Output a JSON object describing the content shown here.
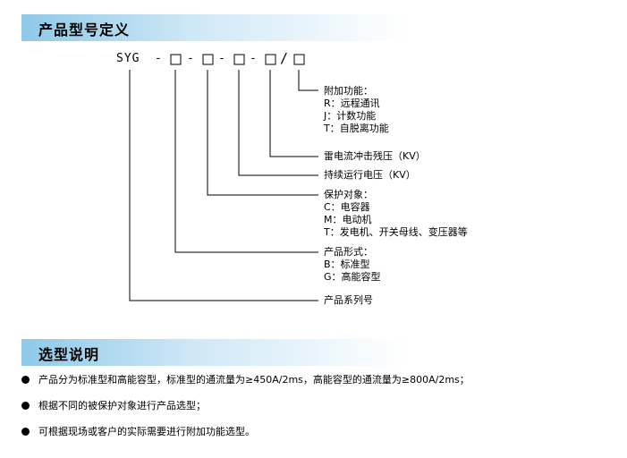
{
  "section1": {
    "title": "产品型号定义"
  },
  "section2": {
    "title": "选型说明"
  },
  "model": {
    "prefix": "SYG",
    "dash": "-",
    "slash": "/"
  },
  "descriptions": {
    "accessory": {
      "title": "附加功能：",
      "items": [
        "R：远程通讯",
        "J：计数功能",
        "T：自脱离功能"
      ]
    },
    "lightning_residual": "雷电流冲击残压（KV）",
    "continuous_voltage": "持续运行电压（KV）",
    "protected_object": {
      "title": "保护对象：",
      "items": [
        "C：电容器",
        "M：电动机",
        "T：发电机、开关母线、变压器等"
      ]
    },
    "product_form": {
      "title": "产品形式：",
      "items": [
        "B：标准型",
        "G：高能容型"
      ]
    },
    "series": "产品系列号"
  },
  "selection_notes": [
    "产品分为标准型和高能容型，标准型的通流量为≥450A/2ms，高能容型的通流量为≥800A/2ms；",
    "根据不同的被保护对象进行产品选型；",
    "可根据现场或客户的实际需要进行附加功能选型。"
  ]
}
